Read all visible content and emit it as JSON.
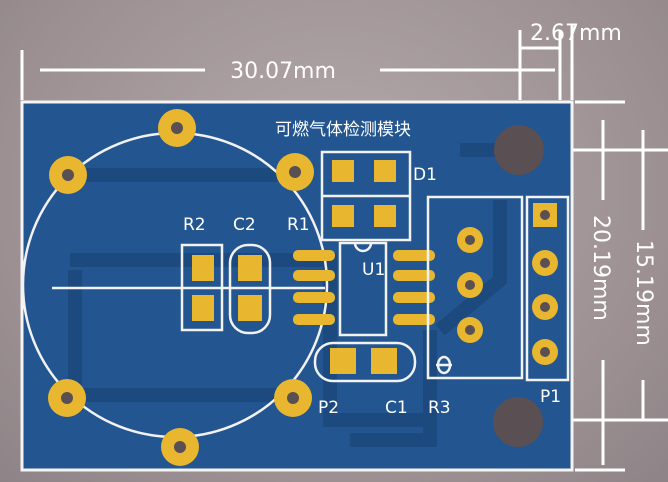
{
  "dimensions": {
    "width": "30.07mm",
    "offset": "2.67mm",
    "height_outer": "20.19mm",
    "height_inner": "15.19mm"
  },
  "board": {
    "title": "可燃气体检测模块",
    "labels": {
      "d1": "D1",
      "r2": "R2",
      "c2": "C2",
      "r1": "R1",
      "u1": "U1",
      "p2": "P2",
      "c1": "C1",
      "r3": "R3",
      "p1": "P1"
    },
    "colors": {
      "board": "#235591",
      "pad": "#e8b72f",
      "silkscreen": "#ffffff",
      "background": "#a0959a"
    }
  }
}
